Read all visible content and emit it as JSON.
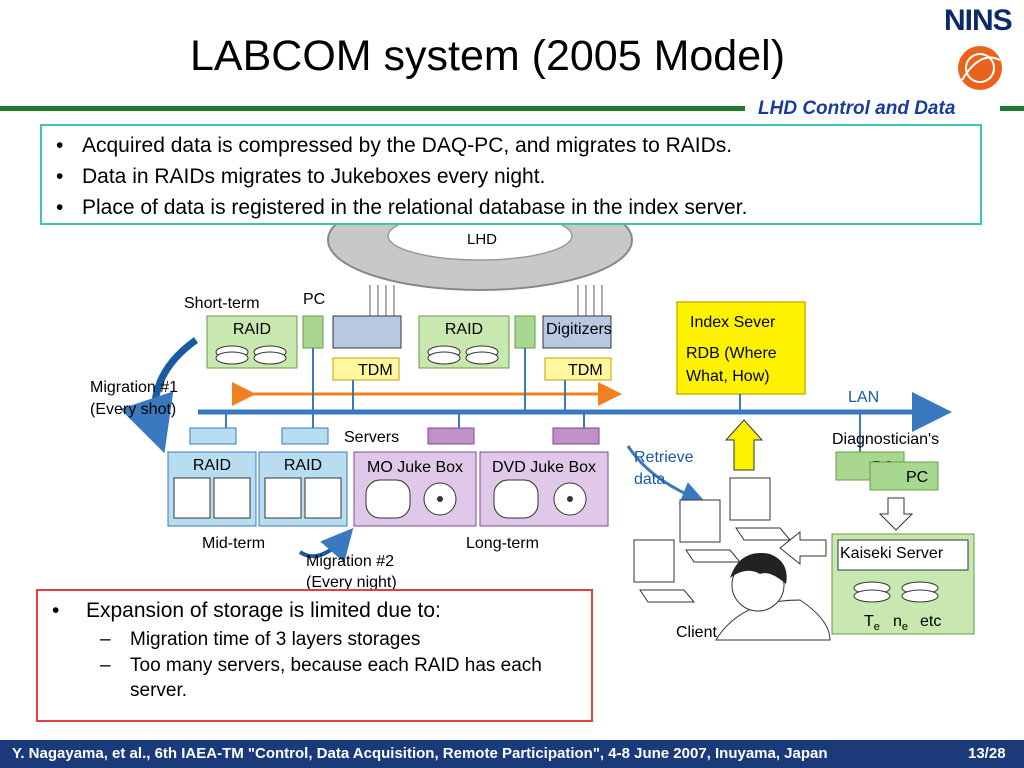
{
  "slide": {
    "title": "LABCOM system (2005 Model)",
    "logo": "NINS",
    "header_tag": "LHD Control and Data"
  },
  "top_bullets": [
    "Acquired data is compressed by the DAQ-PC, and migrates to RAIDs.",
    "Data in RAIDs migrates to Jukeboxes every night.",
    "Place of data is registered in the relational database in the index server."
  ],
  "bottom_box": {
    "heading": "Expansion of storage is limited due to:",
    "items": [
      "Migration time of 3 layers storages",
      "Too many servers, because each RAID has each server."
    ]
  },
  "diagram": {
    "lhd": "LHD",
    "short_term": "Short-term",
    "pc": "PC",
    "raid": "RAID",
    "digitizers": "Digitizers",
    "tdm": "TDM",
    "migration1_line1": "Migration #1",
    "migration1_line2": "(Every shot)",
    "servers": "Servers",
    "mo_juke_box": "MO Juke Box",
    "dvd_juke_box": "DVD Juke Box",
    "mid_term": "Mid-term",
    "long_term": "Long-term",
    "migration2_line1": "Migration #2",
    "migration2_line2": "(Every night)",
    "index_server_title": "Index Sever",
    "index_server_line1": "RDB (Where",
    "index_server_line2": "What, How)",
    "lan": "LAN",
    "retrieve_line1": "Retrieve",
    "retrieve_line2": "data",
    "diagnosticians": "Diagnostician's",
    "kaiseki_server": "Kaiseki Server",
    "te": "T",
    "te_sub": "e",
    "ne": "n",
    "ne_sub": "e",
    "etc": "etc",
    "client": "Client"
  },
  "footer": {
    "text": "Y. Nagayama, et al.,  6th IAEA-TM \"Control, Data Acquisition, Remote Participation\", 4-8 June 2007, Inuyama, Japan",
    "page": "13/28"
  },
  "colors": {
    "accent_green": "#1f7a2e",
    "footer_blue": "#1a3a7a",
    "lan_blue": "#3a78c0",
    "raid_green": "#c8e8b0",
    "raid_blue": "#b8dcf0",
    "juke_purple": "#e0c8e8",
    "index_yellow": "#fff200"
  }
}
